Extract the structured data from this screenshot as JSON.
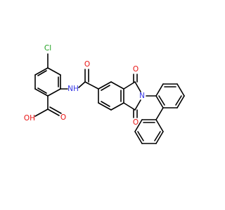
{
  "colors": {
    "bond": "#000000",
    "carbon": "#000000",
    "oxygen": "#e81313",
    "nitrogen": "#3333e6",
    "chlorine": "#1fa01f"
  },
  "atoms": {
    "cl": "Cl",
    "oh": "OH",
    "o_acid": "O",
    "nh": "NH",
    "o_amide": "O",
    "o_top": "O",
    "n_imide": "N",
    "o_bottom": "O"
  }
}
